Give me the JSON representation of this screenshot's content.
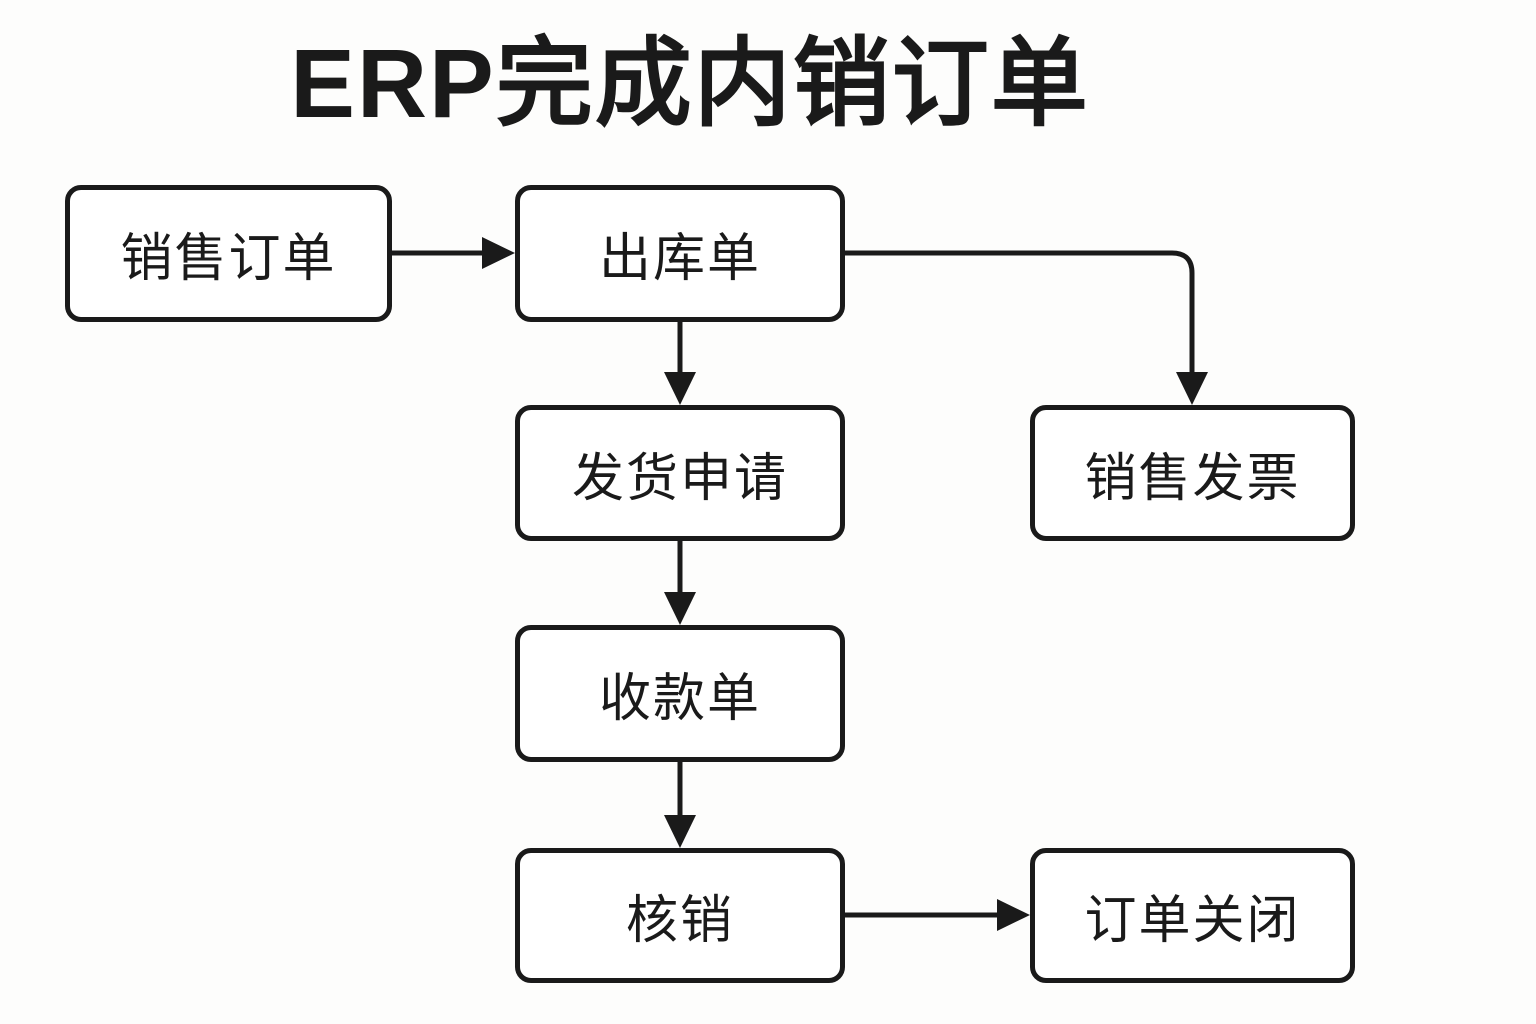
{
  "title": "ERP完成内销订单",
  "diagram": {
    "type": "flowchart",
    "nodes": [
      {
        "id": "sales-order",
        "label": "销售订单"
      },
      {
        "id": "outbound-order",
        "label": "出库单"
      },
      {
        "id": "shipping-request",
        "label": "发货申请"
      },
      {
        "id": "sales-invoice",
        "label": "销售发票"
      },
      {
        "id": "receipt",
        "label": "收款单"
      },
      {
        "id": "write-off",
        "label": "核销"
      },
      {
        "id": "order-closed",
        "label": "订单关闭"
      }
    ],
    "edges": [
      {
        "from": "销售订单",
        "to": "出库单",
        "direction": "right"
      },
      {
        "from": "出库单",
        "to": "发货申请",
        "direction": "down"
      },
      {
        "from": "出库单",
        "to": "销售发票",
        "direction": "right-then-down"
      },
      {
        "from": "发货申请",
        "to": "收款单",
        "direction": "down"
      },
      {
        "from": "收款单",
        "to": "核销",
        "direction": "down"
      },
      {
        "from": "核销",
        "to": "订单关闭",
        "direction": "right"
      }
    ],
    "colors": {
      "background": "#fdfdfc",
      "node_fill": "#ffffff",
      "node_border": "#1a1a1a",
      "arrow": "#1a1a1a",
      "text": "#1a1a1a"
    }
  }
}
